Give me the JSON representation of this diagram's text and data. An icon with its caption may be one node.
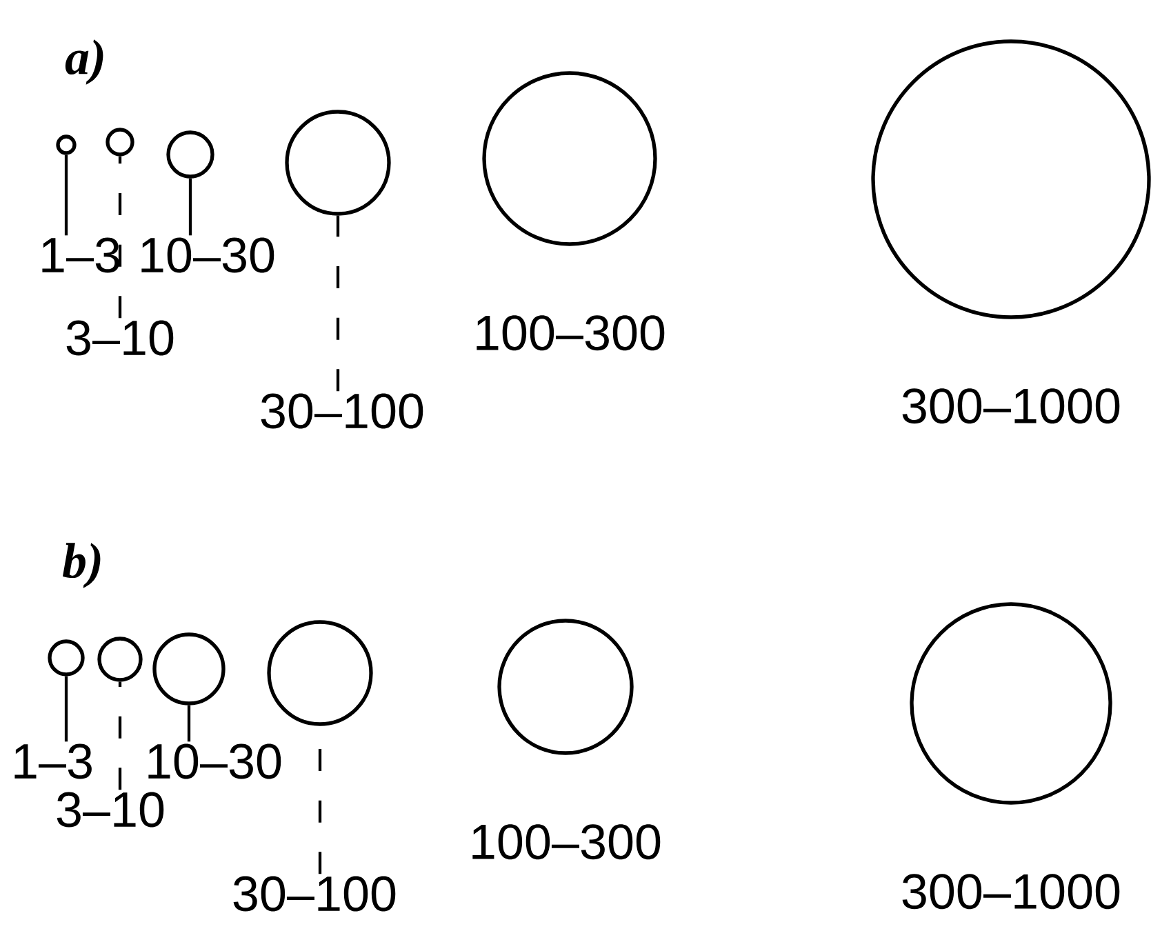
{
  "diagram": {
    "nodes": [
      {
        "text": [],
        "shape": "circle"
      },
      {
        "text": [],
        "shape": "circle"
      },
      {
        "text": [],
        "shape": "circle"
      },
      {
        "text": [],
        "shape": "circle"
      },
      {
        "text": [],
        "shape": "circle",
        "beside": [
          "100–300"
        ]
      },
      {
        "text": [],
        "shape": "circle",
        "beside": [
          "300–1000"
        ]
      },
      {
        "text": [
          "1–3"
        ]
      },
      {
        "text": [
          "10–30"
        ]
      },
      {
        "text": [
          "3–10"
        ]
      },
      {
        "text": [
          "30–100"
        ]
      },
      {
        "text": [],
        "shape": "circle"
      },
      {
        "text": [],
        "shape": "circle"
      },
      {
        "text": [],
        "shape": "circle"
      },
      {
        "text": [],
        "shape": "circle"
      },
      {
        "text": [],
        "shape": "circle",
        "beside": [
          "100–300"
        ]
      },
      {
        "text": [],
        "shape": "circle",
        "beside": [
          "300–1000"
        ]
      },
      {
        "text": [
          "1–3"
        ]
      },
      {
        "text": [
          "10–30"
        ]
      },
      {
        "text": [
          "3–10"
        ]
      },
      {
        "text": [
          "30–100"
        ]
      }
    ],
    "edges": [
      {
        "from": 6,
        "to": 0,
        "arrow": "none"
      },
      {
        "from": 8,
        "to": 1,
        "arrow": "none",
        "style": "dashed"
      },
      {
        "from": 7,
        "to": 2,
        "arrow": "none"
      },
      {
        "from": 9,
        "to": 3,
        "arrow": "none",
        "style": "dashed"
      },
      {
        "from": 16,
        "to": 10,
        "arrow": "none"
      },
      {
        "from": 18,
        "to": 11,
        "arrow": "none",
        "style": "dashed"
      },
      {
        "from": 17,
        "to": 12,
        "arrow": "none"
      },
      {
        "from": 19,
        "to": 13,
        "arrow": "none",
        "style": "dashed"
      }
    ],
    "labels": [
      "a)",
      "b)"
    ]
  }
}
